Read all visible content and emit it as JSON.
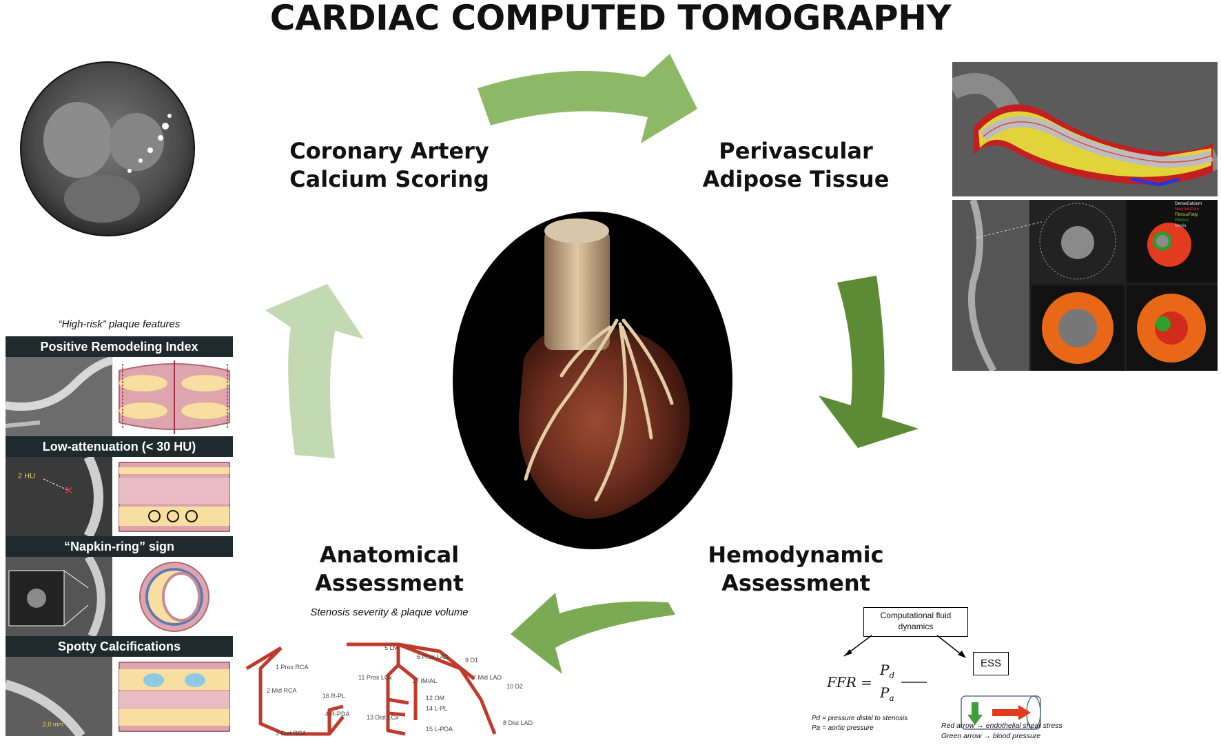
{
  "title": "CARDIAC COMPUTED TOMOGRAPHY",
  "stages": {
    "calcium": [
      "Coronary Artery",
      "Calcium Scoring"
    ],
    "perivascular": [
      "Perivascular",
      "Adipose Tissue"
    ],
    "hemodynamic": [
      "Hemodynamic",
      "Assessment"
    ],
    "anatomical": [
      "Anatomical",
      "Assessment"
    ],
    "anatomical_subtitle": "Stenosis severity & plaque volume"
  },
  "plaque": {
    "heading": "“High-risk” plaque features",
    "features": [
      "Positive Remodeling Index",
      "Low-attenuation (< 30 HU)",
      "“Napkin-ring” sign",
      "Spotty Calcifications"
    ],
    "hu_label": "2 HU",
    "mm_label": "2,0 mm"
  },
  "tissue_legend": [
    "DenseCalcium",
    "NecroticCore",
    "FibrousFatty",
    "Fibrous",
    "Media"
  ],
  "segments_right": [
    "1 Prox RCA",
    "2 Mid RCA",
    "16 R-PL",
    "4 R-PDA",
    "3 Dist RCA"
  ],
  "segments_left": [
    "5 LM",
    "6 Prox LAD",
    "9 D1",
    "11 Prox LCx",
    "17 IM/AL",
    "7 Mid LAD",
    "10 D2",
    "12 OM",
    "14 L-PL",
    "13 Dist LCx",
    "15 L-PDA",
    "8 Dist LAD"
  ],
  "hemo": {
    "cfd_box": [
      "Computational fluid",
      "dynamics"
    ],
    "ffr_lhs": "FFR =",
    "pd": "P",
    "pd_sub": "d",
    "pa": "P",
    "pa_sub": "a",
    "ess_box": "ESS",
    "notes": [
      "Pd = pressure distal to stenosis",
      "Pa = aortic pressure"
    ],
    "arrow_notes": [
      "Red arrow → endothelial shear stress",
      "Green arrow → blood pressure"
    ]
  },
  "colors": {
    "arrow_top": "#8db866",
    "arrow_right": "#5d8a35",
    "arrow_bottom": "#7aaa54",
    "arrow_left": "#c3d9b1",
    "band": "#1e2a2b",
    "plaque_yellow": "#f6dfa0",
    "vessel_wall": "#c98b93"
  }
}
